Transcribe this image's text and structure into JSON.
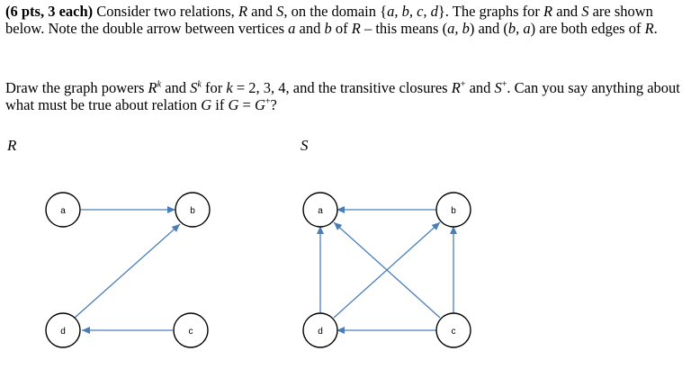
{
  "problem": {
    "p1_points": "(6 pts, 3 each)",
    "p1_s1": " Consider two relations, ",
    "p1_R": "R",
    "p1_and": " and ",
    "p1_S": "S",
    "p1_s2": ", on the domain {",
    "p1_domain": "a, b, c, d",
    "p1_s3": "}.  The graphs for ",
    "p1_R2": "R",
    "p1_and2": " and ",
    "p1_S2": "S",
    "p1_s4": " are shown below.  Note the double arrow between vertices ",
    "p1_a": "a",
    "p1_and3": " and ",
    "p1_b": "b",
    "p1_of": " of ",
    "p1_R3": "R",
    "p1_s5": " – this means (",
    "p1_ab": "a, b",
    "p1_s6": ") and (",
    "p1_ba": "b, a",
    "p1_s7": ") are both edges of ",
    "p1_R4": "R",
    "p1_end": ".",
    "p2_s1": "Draw the graph powers ",
    "p2_R": "R",
    "p2_k1": "k",
    "p2_and": " and ",
    "p2_S": "S",
    "p2_k2": "k",
    "p2_for": " for ",
    "p2_k3": "k",
    "p2_vals": " = 2, 3, 4, and the transitive closures ",
    "p2_R2": "R",
    "p2_plus1": "+",
    "p2_and2": " and ",
    "p2_S2": "S",
    "p2_plus2": "+",
    "p2_s2": ".  Can you say anything about what must be true about relation ",
    "p2_G": "G",
    "p2_if": " if ",
    "p2_G2": "G",
    "p2_eq": " = ",
    "p2_G3": "G",
    "p2_plus3": "+",
    "p2_q": "?"
  },
  "graphs": {
    "R": {
      "label": "R",
      "nodes": {
        "a": "a",
        "b": "b",
        "c": "c",
        "d": "d"
      }
    },
    "S": {
      "label": "S",
      "nodes": {
        "a": "a",
        "b": "b",
        "c": "c",
        "d": "d"
      }
    }
  },
  "colors": {
    "edge": "#4a7ebb",
    "node_stroke": "#000000"
  }
}
